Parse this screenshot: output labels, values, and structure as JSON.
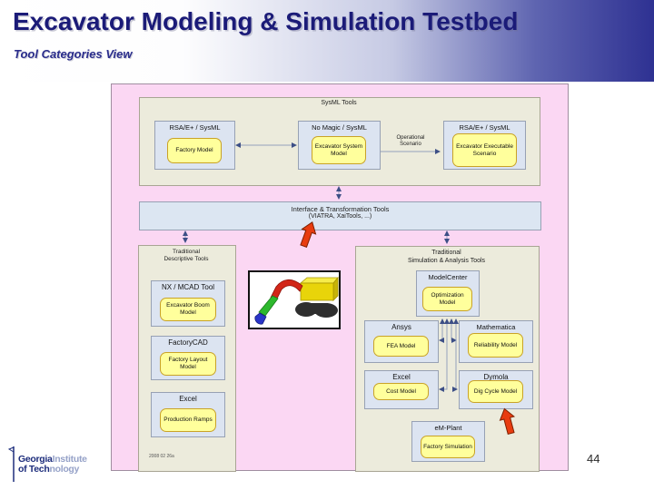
{
  "header": {
    "title": "Excavator Modeling & Simulation Testbed",
    "subtitle": "Tool Categories View"
  },
  "page_number": "44",
  "logo": {
    "line1_bold": "Georgia",
    "line1_light": "Institute",
    "line2_bold": "of Tech",
    "line2_light": "nology"
  },
  "icons": {
    "red_callout_arrow": "3d-up-arrow",
    "excavator_image": "excavator-clipart",
    "gt_tower": "georgia-tech-tower-mark"
  },
  "colors": {
    "header_navy": "#2e3192",
    "title_text": "#1b1b78",
    "pink_canvas": "#fbd7f3",
    "container_beige": "#ecebdc",
    "toolbox_blue": "#dce4f1",
    "model_yellow": "#ffff9c",
    "model_border": "#c9a227",
    "connector": "#93a1bd",
    "red_arrow": "#e83c10"
  },
  "diagram": {
    "sysml_group": {
      "title": "SysML Tools",
      "tools": [
        {
          "name": "RSA/E+ / SysML",
          "model": "Factory Model"
        },
        {
          "name": "No Magic / SysML",
          "model": "Excavator System Model"
        },
        {
          "name": "RSA/E+ / SysML",
          "model": "Excavator Executable Scenario"
        }
      ],
      "arrow_label_line1": "Operational",
      "arrow_label_line2": "Scenario"
    },
    "interface_bar": {
      "line1": "Interface & Transformation Tools",
      "line2": "(VIATRA, XaiTools, ...)"
    },
    "left_group": {
      "title_line1": "Traditional",
      "title_line2": "Descriptive Tools",
      "tools": [
        {
          "name": "NX / MCAD Tool",
          "model": "Excavator Boom Model"
        },
        {
          "name": "FactoryCAD",
          "model": "Factory Layout Model"
        },
        {
          "name": "Excel",
          "model": "Production Ramps"
        }
      ],
      "date_note": "2008 02 26a"
    },
    "right_group": {
      "title_line1": "Traditional",
      "title_line2": "Simulation & Analysis Tools",
      "tools": [
        {
          "name": "ModelCenter",
          "model": "Optimization Model"
        },
        {
          "name": "Ansys",
          "model": "FEA Model"
        },
        {
          "name": "Mathematica",
          "model": "Reliability Model"
        },
        {
          "name": "Excel",
          "model": "Cost Model"
        },
        {
          "name": "Dymola",
          "model": "Dig Cycle Model"
        },
        {
          "name": "eM-Plant",
          "model": "Factory Simulation"
        }
      ]
    }
  }
}
